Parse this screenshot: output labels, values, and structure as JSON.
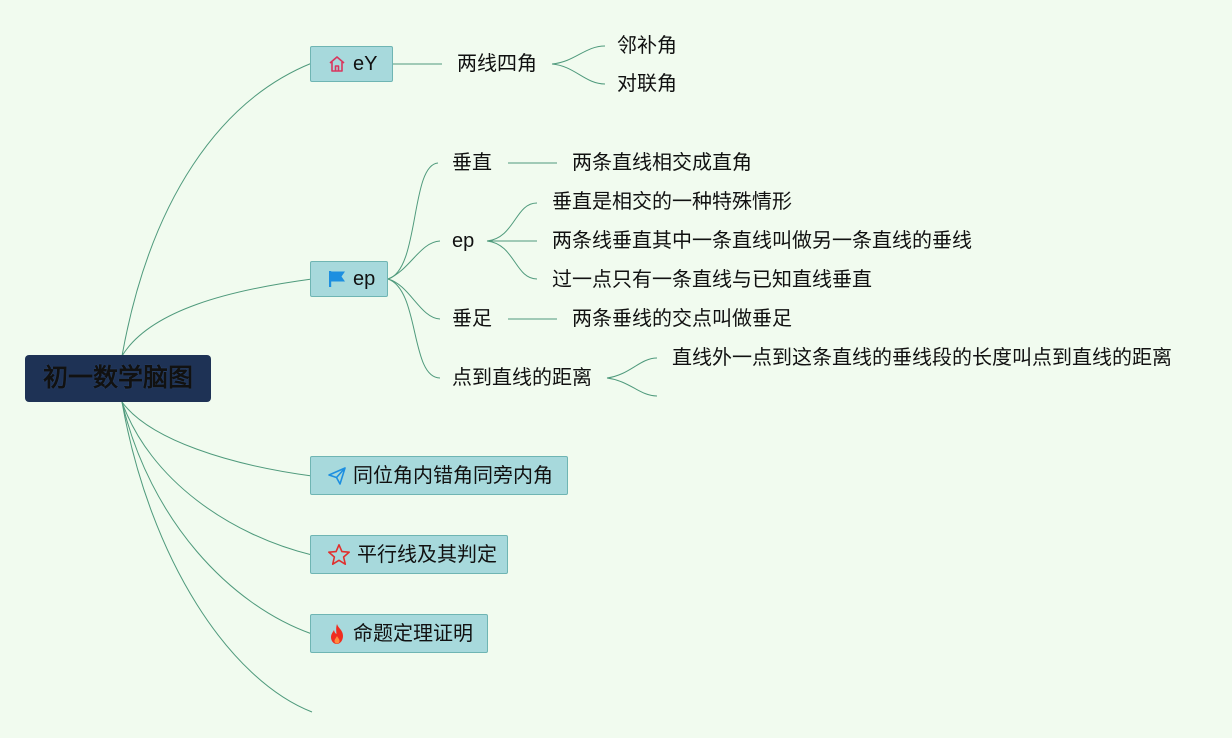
{
  "root": {
    "label": "初一数学脑图"
  },
  "topics": [
    {
      "label": "eY",
      "icon": "home-icon"
    },
    {
      "label": "ep",
      "icon": "flag-icon"
    },
    {
      "label": "同位角内错角同旁内角",
      "icon": "paper-plane-icon"
    },
    {
      "label": "平行线及其判定",
      "icon": "star-icon"
    },
    {
      "label": "命题定理证明",
      "icon": "fire-icon"
    }
  ],
  "branch1": {
    "label": "两线四角",
    "children": [
      "邻补角",
      "对联角"
    ]
  },
  "branch2": {
    "items": [
      {
        "label": "垂直",
        "children": [
          "两条直线相交成直角"
        ]
      },
      {
        "label": "ep",
        "children": [
          "垂直是相交的一种特殊情形",
          "两条线垂直其中一条直线叫做另一条直线的垂线",
          "过一点只有一条直线与已知直线垂直"
        ]
      },
      {
        "label": "垂足",
        "children": [
          "两条垂线的交点叫做垂足"
        ]
      },
      {
        "label": "点到直线的距离",
        "children": [
          "直线外一点到这条直线的垂线段的长度叫点到直线的距离"
        ]
      }
    ]
  },
  "colors": {
    "background": "#f1fbef",
    "root": "#1e3255",
    "topic_fill": "#a7d9dc",
    "topic_border": "#6fb5b3",
    "edge": "#4f9a7c"
  }
}
